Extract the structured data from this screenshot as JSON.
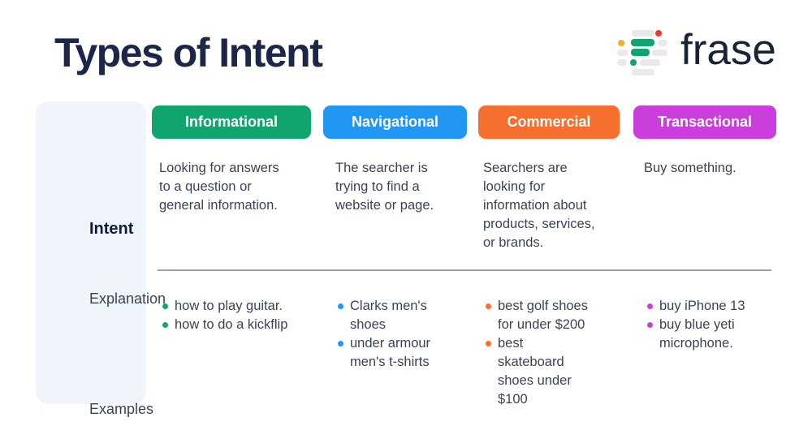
{
  "page": {
    "title": "Types of Intent"
  },
  "logo": {
    "text": "frase",
    "colors": {
      "green": "#10a56e",
      "red": "#ef3b25",
      "yellow": "#f6ad2b",
      "gray": "#e9e9e9"
    }
  },
  "table": {
    "row_labels": {
      "intent": "Intent",
      "explanation": "Explanation",
      "examples": "Examples"
    },
    "columns": [
      {
        "label": "Informational",
        "color": "#10a56e",
        "explanation": "Looking for answers to a question or general information.",
        "examples": [
          "how to play guitar.",
          "how to do a kickflip"
        ]
      },
      {
        "label": "Navigational",
        "color": "#2196f3",
        "explanation": "The searcher is trying to find a website or page.",
        "examples": [
          "Clarks men's shoes",
          "under armour men's t-shirts"
        ]
      },
      {
        "label": "Commercial",
        "color": "#f5702e",
        "explanation": "Searchers are looking for information about products, services, or brands.",
        "examples": [
          "best golf shoes for under $200",
          "best skateboard shoes under $100"
        ]
      },
      {
        "label": "Transactional",
        "color": "#cb3ede",
        "explanation": "Buy something.",
        "examples": [
          "buy iPhone 13",
          "buy blue yeti microphone."
        ]
      }
    ]
  },
  "chart_data": {
    "type": "table",
    "title": "Types of Intent",
    "row_headers": [
      "Intent",
      "Explanation",
      "Examples"
    ],
    "column_headers": [
      "Informational",
      "Navigational",
      "Commercial",
      "Transactional"
    ],
    "rows": {
      "Explanation": [
        "Looking for answers to a question or general information.",
        "The searcher is trying to find a website or page.",
        "Searchers are looking for information about products, services, or brands.",
        "Buy something."
      ],
      "Examples": [
        [
          "how to play guitar.",
          "how to do a kickflip"
        ],
        [
          "Clarks men's shoes",
          "under armour men's t-shirts"
        ],
        [
          "best golf shoes for under $200",
          "best skateboard shoes under $100"
        ],
        [
          "buy iPhone 13",
          "buy blue yeti microphone."
        ]
      ]
    },
    "column_colors": [
      "#10a56e",
      "#2196f3",
      "#f5702e",
      "#cb3ede"
    ]
  }
}
